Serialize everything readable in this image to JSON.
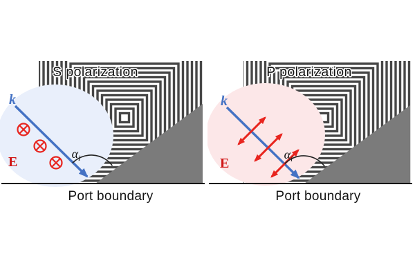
{
  "figure": {
    "panels": [
      {
        "title": "S polarization",
        "wave_vector_label": "k",
        "field_label": "E",
        "angle_symbol": "α",
        "angle_subscript": "i",
        "boundary_label": "Port boundary",
        "field_direction_icon": "circled-x-into-page-icon"
      },
      {
        "title": "P polarization",
        "wave_vector_label": "k",
        "field_label": "E",
        "angle_symbol": "α",
        "angle_subscript": "i",
        "boundary_label": "Port boundary",
        "field_direction_icon": "double-headed-arrow-in-plane-icon"
      }
    ],
    "colors": {
      "wave_vector_blue": "#4472c4",
      "field_red": "#e8251f",
      "field_label_red": "#d01818",
      "wedge_gray": "#7b7b7b",
      "mesh_gray": "#474747",
      "blob_blue": "#e9effb",
      "blob_pink": "#fce7e8",
      "boundary_line_black": "#000000"
    }
  }
}
